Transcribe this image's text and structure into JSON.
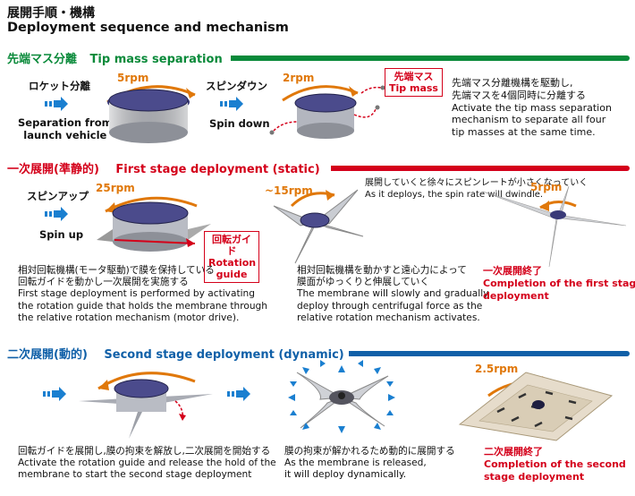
{
  "title": {
    "jp": "展開手順・機構",
    "en": "Deployment sequence and mechanism"
  },
  "sections": {
    "tip_mass": {
      "header_jp": "先端マス分離",
      "header_en": "Tip mass separation",
      "step1_jp": "ロケット分離",
      "step1_en_line1": "Separation from",
      "step1_en_line2": "launch vehicle",
      "rpm1": "5rpm",
      "step2_jp": "スピンダウン",
      "step2_en": "Spin down",
      "rpm2": "2rpm",
      "callout_jp": "先端マス",
      "callout_en": "Tip mass",
      "desc": [
        "先端マス分離機構を駆動し,",
        "先端マスを4個同時に分離する",
        "Activate the tip mass separation",
        "mechanism to separate all four",
        "tip masses at the same time."
      ]
    },
    "first_stage": {
      "header_jp": "一次展開(準静的)",
      "header_en": "First stage deployment (static)",
      "step_jp": "スピンアップ",
      "step_en": "Spin up",
      "rpm1": "25rpm",
      "rpm2": "~15rpm",
      "rpm3": "5rpm",
      "callout_jp": "回転ガイド",
      "callout_en1": "Rotation",
      "callout_en2": "guide",
      "note_jp": "展開していくと徐々にスピンレートが小さくなっていく",
      "note_en": "As it deploys, the spin rate will dwindle.",
      "desc_left": [
        "相対回転機構(モータ駆動)で膜を保持している",
        "回転ガイドを動かし一次展開を実施する",
        "First stage deployment is performed by activating",
        "the rotation guide that holds the membrane through",
        "the relative rotation mechanism (motor drive)."
      ],
      "desc_mid": [
        "相対回転機構を動かすと遠心力によって",
        "膜面がゆっくりと伸展していく",
        "The membrane will slowly and gradually",
        "deploy through centrifugal force as the",
        "relative rotation mechanism activates."
      ],
      "complete_jp": "一次展開終了",
      "complete_en1": "Completion of the first stage",
      "complete_en2": "deployment"
    },
    "second_stage": {
      "header_jp": "二次展開(動的)",
      "header_en": "Second stage deployment (dynamic)",
      "rpm": "2.5rpm",
      "desc_left": [
        "回転ガイドを展開し,膜の拘束を解放し,二次展開を開始する",
        "Activate the rotation guide and release the hold of the",
        "membrane to start the second stage deployment"
      ],
      "desc_mid": [
        "膜の拘束が解かれるため動的に展開する",
        "As the membrane is released,",
        "it will deploy dynamically."
      ],
      "complete_jp": "二次展開終了",
      "complete_en1": "Completion of the second",
      "complete_en2": "stage deployment"
    }
  },
  "colors": {
    "green": "#0a8a3a",
    "red": "#d4001a",
    "blue": "#1060a8",
    "orange": "#e0780a",
    "arrow_blue": "#1a7fd0"
  }
}
